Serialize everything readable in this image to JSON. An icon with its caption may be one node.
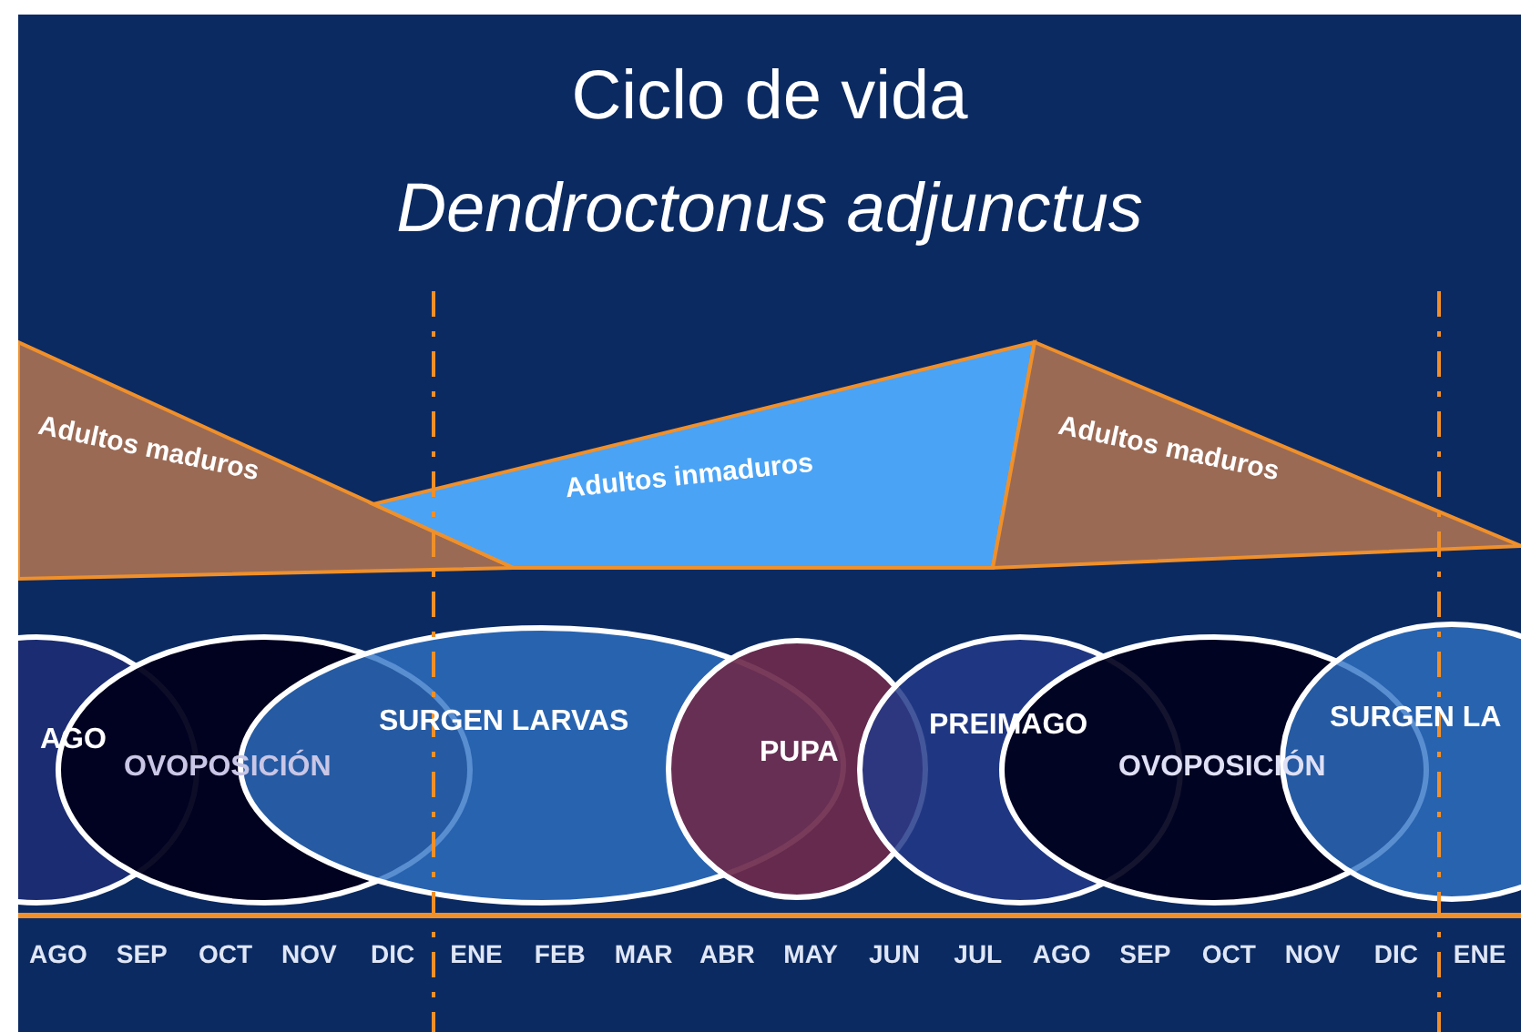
{
  "diagram": {
    "title": "Ciclo de vida *Dendroctonus adjunctus*",
    "nodes": [
      {
        "text": [
          "Adultos maduros"
        ]
      },
      {
        "text": [
          "Adultos inmaduros"
        ]
      },
      {
        "text": [
          "Adultos maduros"
        ]
      },
      {
        "text": [
          "AGO"
        ]
      },
      {
        "text": [
          "OVOPOSICIÓN"
        ]
      },
      {
        "text": [
          "SURGEN LARVAS"
        ]
      },
      {
        "text": [
          "PUPA"
        ]
      },
      {
        "text": [
          "PREIMAGO"
        ]
      },
      {
        "text": [
          "OVOPOSICIÓN"
        ]
      },
      {
        "text": [
          "SURGEN LA"
        ]
      }
    ],
    "edges": [],
    "labels": [
      "AGO",
      "SEP",
      "OCT",
      "NOV",
      "DIC",
      "ENE",
      "FEB",
      "MAR",
      "ABR",
      "MAY",
      "JUN",
      "JUL",
      "AGO",
      "SEP",
      "OCT",
      "NOV",
      "DIC",
      "ENE"
    ]
  }
}
